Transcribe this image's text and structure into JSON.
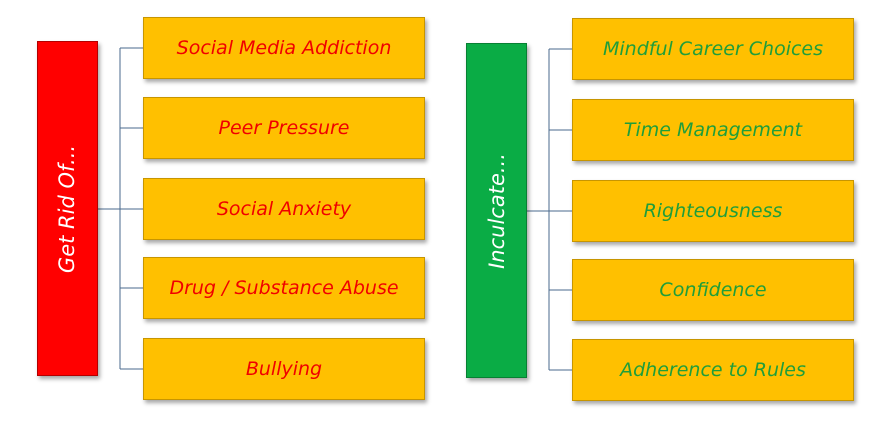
{
  "groups": [
    {
      "label": "Get Rid Of...",
      "color": "#ff0000",
      "text_color": "#f00000",
      "items": [
        "Social Media Addiction",
        "Peer Pressure",
        "Social Anxiety",
        "Drug / Substance Abuse",
        "Bullying"
      ]
    },
    {
      "label": "Inculcate...",
      "color": "#0aac45",
      "text_color": "#1f9e3a",
      "items": [
        "Mindful Career Choices",
        "Time Management",
        "Righteousness",
        "Confidence",
        "Adherence to Rules"
      ]
    }
  ],
  "leaf_color": "#ffc000"
}
